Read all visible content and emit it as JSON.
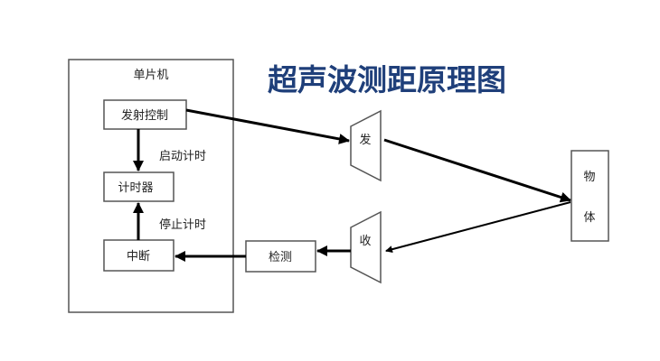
{
  "title": "超声波测距原理图",
  "mcu": {
    "label": "单片机",
    "emit_control": "发射控制",
    "timer": "计时器",
    "interrupt": "中断",
    "start_timing": "启动计时",
    "stop_timing": "停止计时"
  },
  "detect": "检测",
  "transmitter": "发",
  "receiver": "收",
  "object": [
    "物",
    "体"
  ],
  "colors": {
    "title": "#1f3f7a",
    "line": "#000000",
    "border": "#555555"
  }
}
